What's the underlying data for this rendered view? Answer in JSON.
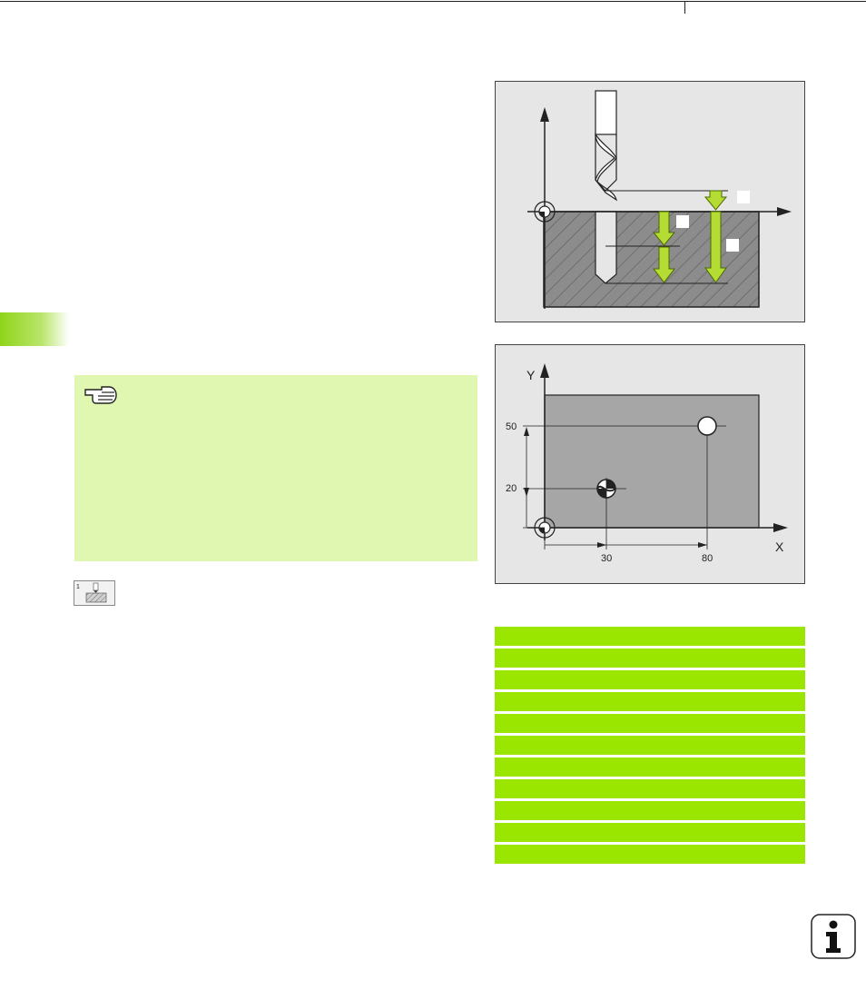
{
  "colors": {
    "accent_green": "#9be600",
    "note_background": "#e0f7b2",
    "figure_background": "#e6e6e6",
    "arrow_green": "#b4dc32",
    "workpiece_gray": "#8c8c8c"
  },
  "side_tab": {
    "color": "#8fd41a"
  },
  "figure_depth": {
    "labels": [
      "",
      "",
      ""
    ]
  },
  "figure_xy": {
    "axis_y_label": "Y",
    "axis_x_label": "X",
    "y_ticks": [
      "50",
      "20"
    ],
    "x_ticks": [
      "30",
      "80"
    ]
  },
  "note": {
    "icon": "pointing-hand-icon"
  },
  "cycle": {
    "icon": "drilling-cycle-icon"
  },
  "table": {
    "row_count": 11
  },
  "info": {
    "icon": "info-icon",
    "glyph": "i"
  }
}
